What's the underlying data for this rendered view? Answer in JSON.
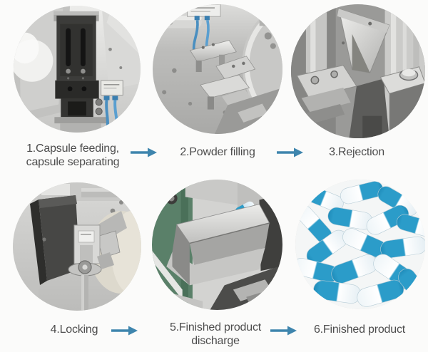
{
  "page": {
    "background_color": "#fbfbfa",
    "label_text_color": "#4d4d4d",
    "arrow_color": "#3e85ad",
    "capsule_blue": "#2b9cc9"
  },
  "steps": [
    {
      "id": 1,
      "label": "1.Capsule feeding, capsule separating",
      "photo": "capsule-feeding-separating-photo"
    },
    {
      "id": 2,
      "label": "2.Powder filling",
      "photo": "powder-filling-photo"
    },
    {
      "id": 3,
      "label": "3.Rejection",
      "photo": "rejection-photo"
    },
    {
      "id": 4,
      "label": "4.Locking",
      "photo": "locking-photo"
    },
    {
      "id": 5,
      "label": "5.Finished product discharge",
      "photo": "finished-product-discharge-photo"
    },
    {
      "id": 6,
      "label": "6.Finished product",
      "photo": "finished-product-capsules-photo"
    }
  ],
  "icons": {
    "arrow": "arrow-right-icon"
  }
}
